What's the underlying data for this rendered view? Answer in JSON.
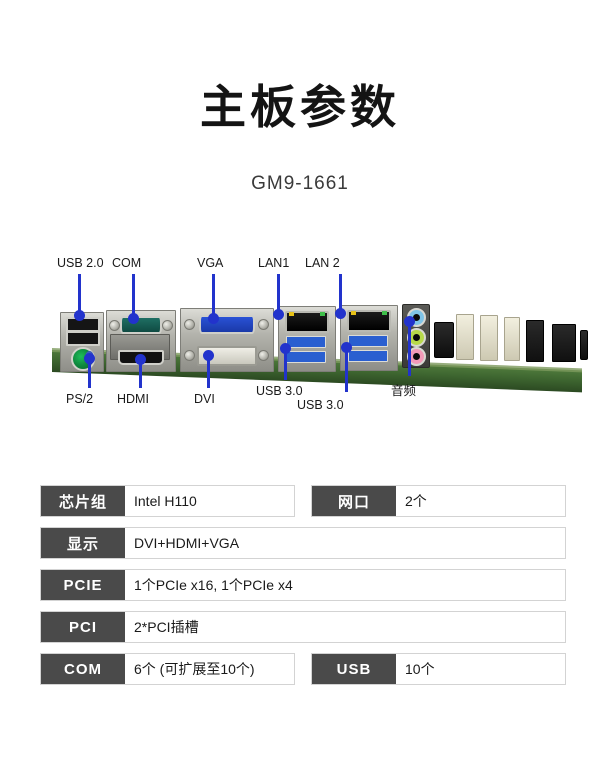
{
  "header": {
    "title": "主板参数",
    "model": "GM9-1661"
  },
  "diagram": {
    "name": "motherboard-rear-io-diagram",
    "leader_color": "#2233cc",
    "labels_top": [
      {
        "id": "usb20",
        "text": "USB 2.0"
      },
      {
        "id": "com",
        "text": "COM"
      },
      {
        "id": "vga",
        "text": "VGA"
      },
      {
        "id": "lan1",
        "text": "LAN1"
      },
      {
        "id": "lan2",
        "text": "LAN 2"
      }
    ],
    "labels_bottom": [
      {
        "id": "ps2",
        "text": "PS/2"
      },
      {
        "id": "hdmi",
        "text": "HDMI"
      },
      {
        "id": "dvi",
        "text": "DVI"
      },
      {
        "id": "usb30a",
        "text": "USB 3.0"
      },
      {
        "id": "usb30b",
        "text": "USB 3.0"
      },
      {
        "id": "audio",
        "text": "音频"
      }
    ]
  },
  "specs": {
    "rows": [
      {
        "left": {
          "key": "芯片组",
          "value": "Intel H110"
        },
        "right": {
          "key": "网口",
          "value": "2个"
        }
      },
      {
        "full": {
          "key": "显示",
          "value": "DVI+HDMI+VGA"
        }
      },
      {
        "full": {
          "key": "PCIE",
          "value": "1个PCIe x16, 1个PCIe x4"
        }
      },
      {
        "full": {
          "key": "PCI",
          "value": "2*PCI插槽"
        }
      },
      {
        "left": {
          "key": "COM",
          "value": "6个 (可扩展至10个)"
        },
        "right": {
          "key": "USB",
          "value": "10个"
        }
      }
    ]
  }
}
